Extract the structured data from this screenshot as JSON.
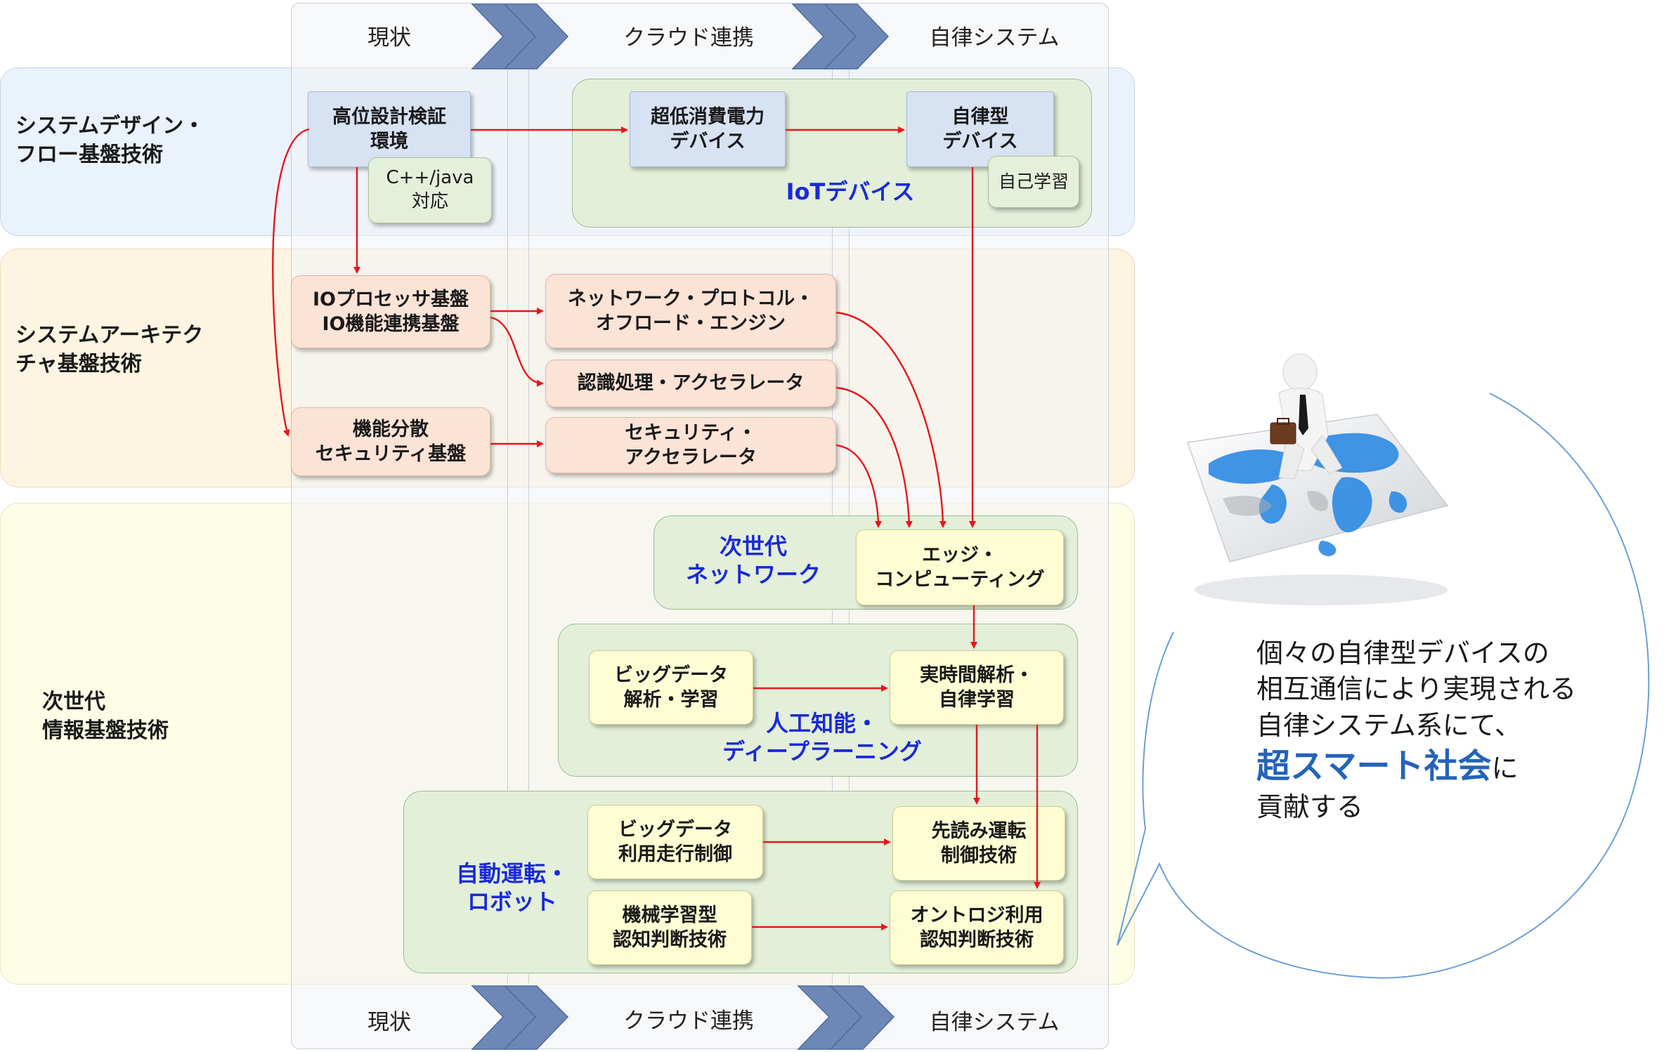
{
  "phases": {
    "top": [
      "現状",
      "クラウド連携",
      "自律システム"
    ],
    "bottom": [
      "現状",
      "クラウド連携",
      "自律システム"
    ]
  },
  "layers": {
    "design": "システムデザイン・\nフロー基盤技術",
    "architecture": "システムアーキテク\nチャ基盤技術",
    "infra": "次世代\n情報基盤技術"
  },
  "groups": {
    "iot": "IoTデバイス",
    "network": "次世代\nネットワーク",
    "ai": "人工知能・\nディープラーニング",
    "auto": "自動運転・\nロボット"
  },
  "boxes": {
    "hls": "高位設計検証\n環境",
    "cpp": "C++/java\n対応",
    "lowpower": "超低消費電力\nデバイス",
    "autodev": "自律型\nデバイス",
    "selflearn": "自己学習",
    "ioproc": "IOプロセッサ基盤\nIO機能連携基盤",
    "netengine": "ネットワーク・プロトコル・\nオフロード・エンジン",
    "recog": "認識処理・アクセラレータ",
    "distsec": "機能分散\nセキュリティ基盤",
    "secacc": "セキュリティ・\nアクセラレータ",
    "edge": "エッジ・\nコンピューティング",
    "bigdata_learn": "ビッグデータ\n解析・学習",
    "realtime": "実時間解析・\n自律学習",
    "bigdata_drive": "ビッグデータ\n利用走行制御",
    "predictive": "先読み運転\n制御技術",
    "ml": "機械学習型\n認知判断技術",
    "ontology": "オントロジ利用\n認知判断技術"
  },
  "speech": {
    "line1": "個々の自律型デバイスの",
    "line2": "相互通信により実現される",
    "line3": "自律システム系にて、",
    "emphasis": "超スマート社会",
    "suffix": "に",
    "line5": "貢献する"
  },
  "colors": {
    "arrow": "#e8161c",
    "chevron": "#6d87b7",
    "group_title": "#1a2ad6",
    "emphasis": "#2563b8"
  }
}
